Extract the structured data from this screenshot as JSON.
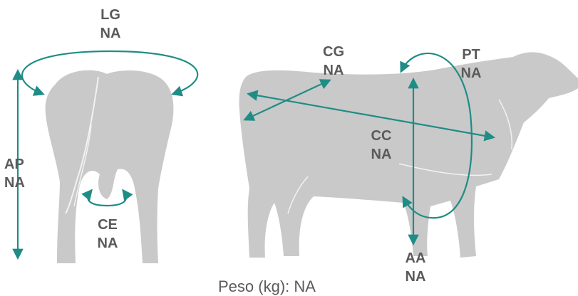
{
  "colors": {
    "silhouette": "#c9c9c9",
    "arrow": "#1f8c86",
    "label": "#5a5a5a",
    "detail": "#f2f2f2"
  },
  "measurements": {
    "lg": {
      "code": "LG",
      "value": "NA"
    },
    "ap": {
      "code": "AP",
      "value": "NA"
    },
    "ce": {
      "code": "CE",
      "value": "NA"
    },
    "cg": {
      "code": "CG",
      "value": "NA"
    },
    "pt": {
      "code": "PT",
      "value": "NA"
    },
    "cc": {
      "code": "CC",
      "value": "NA"
    },
    "aa": {
      "code": "AA",
      "value": "NA"
    }
  },
  "weight": {
    "text": "Peso (kg): NA"
  }
}
